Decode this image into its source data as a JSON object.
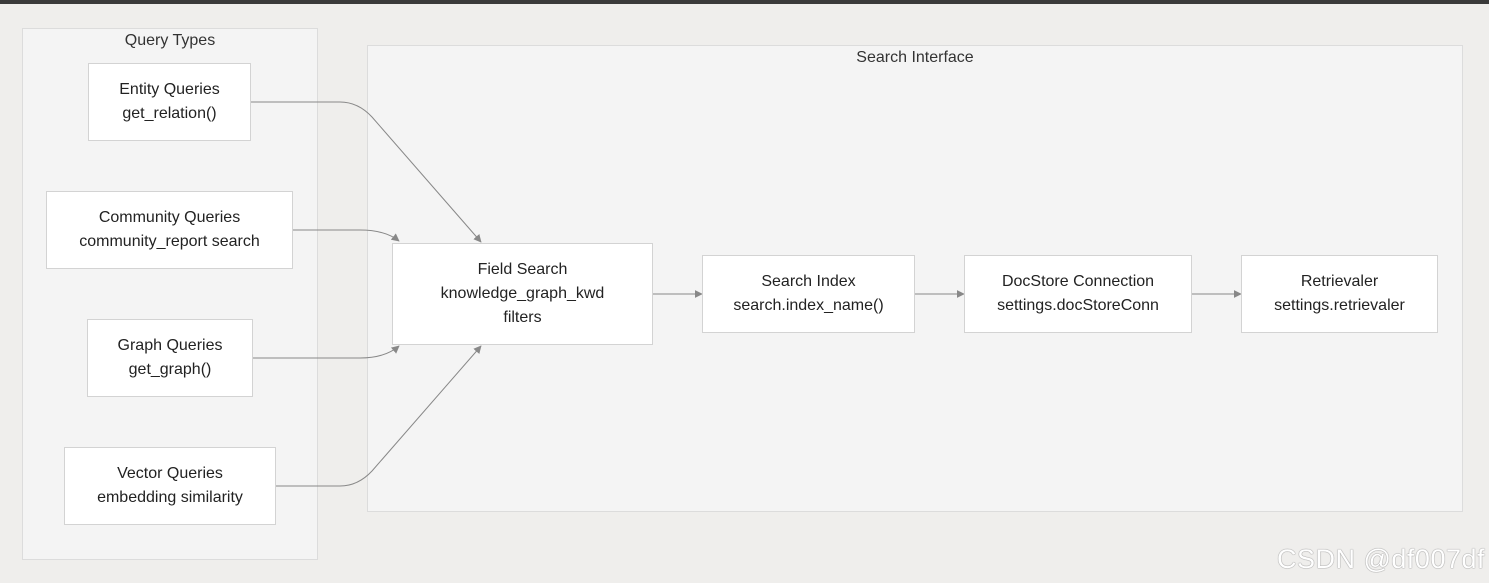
{
  "groups": {
    "query_types": {
      "title": "Query Types"
    },
    "search_interface": {
      "title": "Search Interface"
    }
  },
  "nodes": {
    "entity": {
      "line1": "Entity Queries",
      "line2": "get_relation()"
    },
    "community": {
      "line1": "Community Queries",
      "line2": "community_report search"
    },
    "graph": {
      "line1": "Graph Queries",
      "line2": "get_graph()"
    },
    "vector": {
      "line1": "Vector Queries",
      "line2": "embedding similarity"
    },
    "field": {
      "line1": "Field Search",
      "line2": "knowledge_graph_kwd",
      "line3": "filters"
    },
    "index": {
      "line1": "Search Index",
      "line2": "search.index_name()"
    },
    "docstore": {
      "line1": "DocStore Connection",
      "line2": "settings.docStoreConn"
    },
    "retriever": {
      "line1": "Retrievaler",
      "line2": "settings.retrievaler"
    }
  },
  "edges": [
    {
      "from": "entity",
      "to": "field"
    },
    {
      "from": "community",
      "to": "field"
    },
    {
      "from": "graph",
      "to": "field"
    },
    {
      "from": "vector",
      "to": "field"
    },
    {
      "from": "field",
      "to": "index"
    },
    {
      "from": "index",
      "to": "docstore"
    },
    {
      "from": "docstore",
      "to": "retriever"
    }
  ],
  "watermark": "CSDN @df007df",
  "colors": {
    "background": "#efeeec",
    "group_fill": "#f4f4f4",
    "node_fill": "#ffffff",
    "edge": "#888888"
  }
}
